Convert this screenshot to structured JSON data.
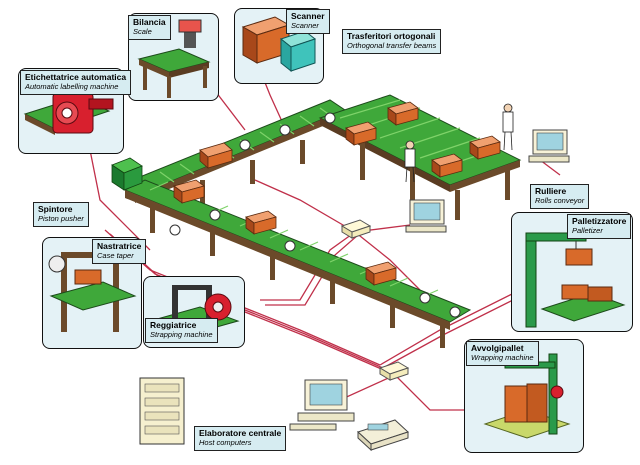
{
  "labels": {
    "scale": {
      "title": "Bilancia",
      "subtitle": "Scale"
    },
    "scanner": {
      "title": "Scanner",
      "subtitle": "Scanner"
    },
    "transfer": {
      "title": "Trasferitori ortogonali",
      "subtitle": "Orthogonal transfer beams"
    },
    "labeller": {
      "title": "Etichettatrice automatica",
      "subtitle": "Automatic labelling machine"
    },
    "pusher": {
      "title": "Spintore",
      "subtitle": "Piston pusher"
    },
    "rollers": {
      "title": "Rulliere",
      "subtitle": "Rolls conveyor"
    },
    "palletizer": {
      "title": "Palletizzatore",
      "subtitle": "Palletizer"
    },
    "taper": {
      "title": "Nastratrice",
      "subtitle": "Case taper"
    },
    "strapping": {
      "title": "Reggiatrice",
      "subtitle": "Strapping machine"
    },
    "wrapping": {
      "title": "Avvolgipallet",
      "subtitle": "Wrapping machine"
    },
    "host": {
      "title": "Elaboratore centrale",
      "subtitle": "Host computers"
    }
  },
  "colors": {
    "conveyor_top": "#3fa83a",
    "conveyor_roller": "#7fd36a",
    "conveyor_frame": "#6b4a2a",
    "box": "#d86a2a",
    "cable": "#c0304a",
    "label_bg": "#d6ecf1",
    "panel_bg": "#e4f2f6"
  },
  "icons": [
    "scale-icon",
    "scanner-icon",
    "labeller-icon",
    "pusher-icon",
    "taper-icon",
    "strapping-icon",
    "palletizer-icon",
    "wrapper-icon",
    "host-computer-icon",
    "printer-icon",
    "workstation-icon",
    "operator-icon"
  ]
}
